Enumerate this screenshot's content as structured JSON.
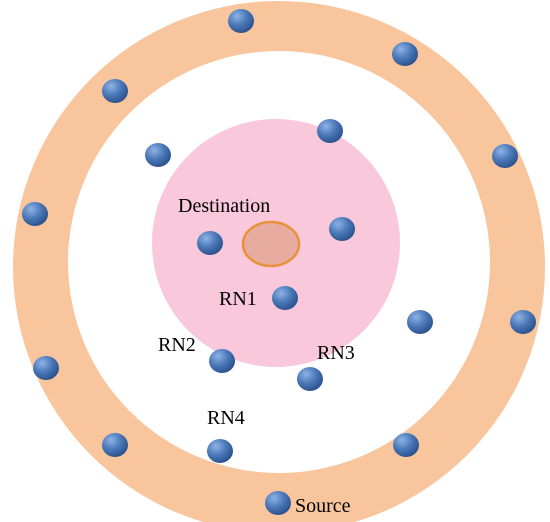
{
  "diagram": {
    "labels": {
      "destination": "Destination",
      "rn1": "RN1",
      "rn2": "RN2",
      "rn3": "RN3",
      "rn4": "RN4",
      "source": "Source"
    },
    "colors": {
      "outer_ring": "#F9C59C",
      "inner_disc": "#FFFFFF",
      "core_region": "#F9C8DB",
      "destination_fill": "#E8ABA0",
      "destination_stroke": "#E9913A",
      "node_fill": "#4A78B8",
      "node_highlight": "#8EB3E6",
      "node_shadow": "#2E5490"
    }
  }
}
